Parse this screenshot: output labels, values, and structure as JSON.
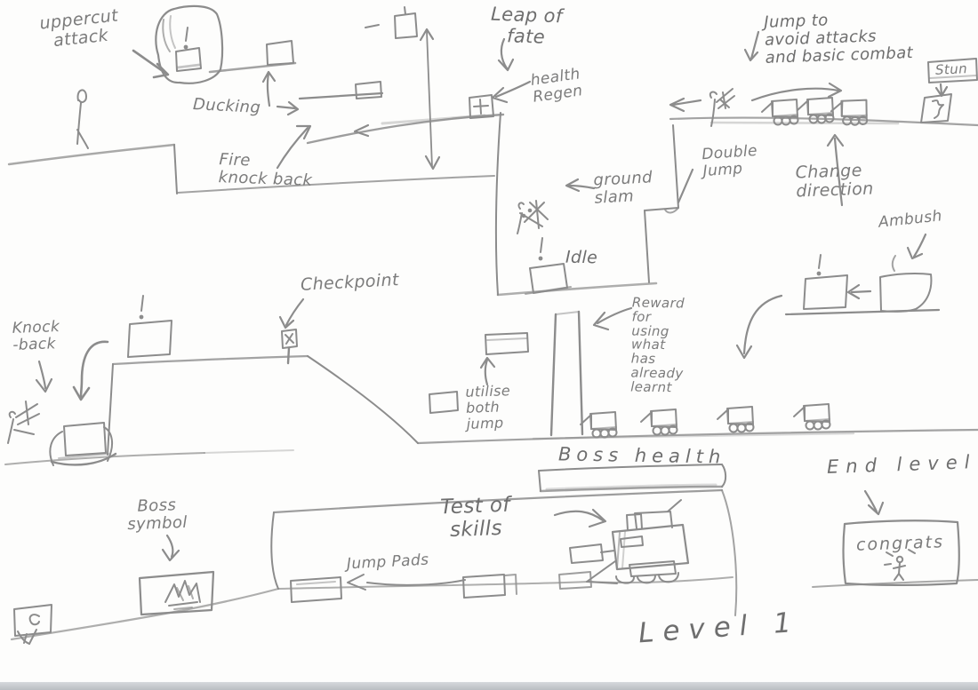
{
  "meta": {
    "sheet_type": "hand-drawn platformer level design sketch",
    "level_title": "Level 1"
  },
  "colors": {
    "pencil": "#8c8c8c",
    "pencil_dark": "#6f6f6f",
    "pencil_light": "#aeaeae",
    "paper": "#fdfdfc",
    "scan_strip": "#bfc3c7"
  },
  "icons": {
    "player_stick_figure": "stick-figure-icon",
    "player_attack_scribble": "spiky-figure-icon",
    "enemy_minecart": "minecart-icon",
    "boss_vehicle": "boss-truck-icon",
    "alert": "exclamation-icon",
    "health_pickup": "plus-box-icon",
    "checkpoint_flag": "checkpoint-post-icon",
    "boss_emblem": "claw-crown-icon",
    "level_marker": "c-sign-icon"
  },
  "labels": {
    "uppercut_attack": "uppercut\nattack",
    "ducking": "Ducking",
    "fire_knock_back": "Fire\nknock back",
    "leap_of_fate": "Leap of\nfate",
    "health_regen": "health\nRegen",
    "ground_slam": "ground\nslam",
    "idle": "Idle",
    "double_jump": "Double\nJump",
    "jump_to_avoid": "Jump to\navoid attacks\nand basic combat",
    "stun": "Stun",
    "change_direction": "Change\ndirection",
    "ambush": "Ambush",
    "knock_back": "Knock\n-back",
    "checkpoint": "Checkpoint",
    "utilise_both_jump": "utilise\nboth\njump",
    "reward": "Reward\nfor\nusing\nwhat\nhas\nalready\nlearnt",
    "boss_health": "Boss health",
    "test_of_skills": "Test of\nskills",
    "jump_pads": "Jump Pads",
    "boss_symbol": "Boss\nsymbol",
    "end_level": "End level",
    "congrats": "congrats",
    "level_title": "Level 1"
  }
}
